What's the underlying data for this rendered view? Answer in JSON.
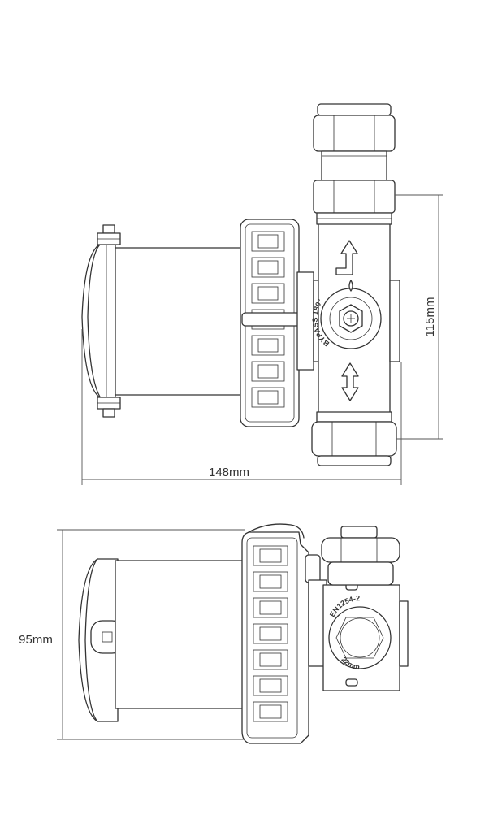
{
  "dimensions": {
    "width_label": "148mm",
    "height_label": "115mm",
    "depth_label": "95mm"
  },
  "engravings": {
    "valve_mode": "BYPASS 180°",
    "standard": "EN1254-2",
    "pipe_size": "22mm"
  },
  "colors": {
    "line": "#333333",
    "background": "#ffffff"
  }
}
